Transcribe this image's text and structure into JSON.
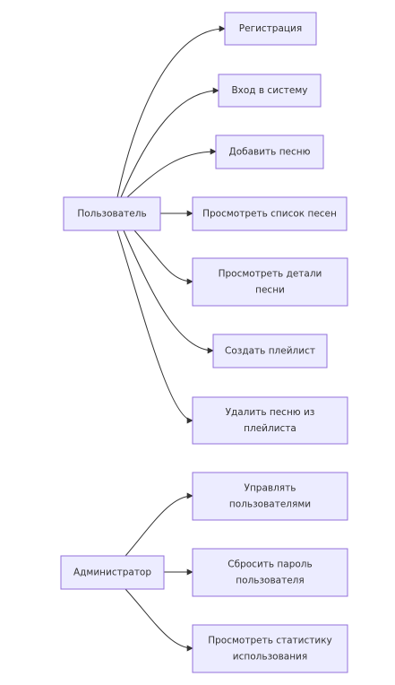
{
  "colors": {
    "node_fill": "#ececff",
    "node_stroke": "#9370db",
    "edge": "#333333",
    "text": "#333333"
  },
  "actors": [
    {
      "id": "user",
      "label": "Пользователь"
    },
    {
      "id": "admin",
      "label": "Администратор"
    }
  ],
  "actions": [
    {
      "id": "register",
      "lines": [
        "Регистрация"
      ]
    },
    {
      "id": "login",
      "lines": [
        "Вход в систему"
      ]
    },
    {
      "id": "add-song",
      "lines": [
        "Добавить песню"
      ]
    },
    {
      "id": "view-songs",
      "lines": [
        "Просмотреть список песен"
      ]
    },
    {
      "id": "view-details",
      "lines": [
        "Просмотреть детали",
        "песни"
      ]
    },
    {
      "id": "create-playlist",
      "lines": [
        "Создать плейлист"
      ]
    },
    {
      "id": "remove-song",
      "lines": [
        "Удалить песню из",
        "плейлиста"
      ]
    },
    {
      "id": "manage-users",
      "lines": [
        "Управлять",
        "пользователями"
      ]
    },
    {
      "id": "reset-password",
      "lines": [
        "Сбросить пароль",
        "пользователя"
      ]
    },
    {
      "id": "view-stats",
      "lines": [
        "Просмотреть статистику",
        "использования"
      ]
    }
  ],
  "edges": [
    {
      "from": "user",
      "to": "register"
    },
    {
      "from": "user",
      "to": "login"
    },
    {
      "from": "user",
      "to": "add-song"
    },
    {
      "from": "user",
      "to": "view-songs"
    },
    {
      "from": "user",
      "to": "view-details"
    },
    {
      "from": "user",
      "to": "create-playlist"
    },
    {
      "from": "user",
      "to": "remove-song"
    },
    {
      "from": "admin",
      "to": "manage-users"
    },
    {
      "from": "admin",
      "to": "reset-password"
    },
    {
      "from": "admin",
      "to": "view-stats"
    }
  ]
}
